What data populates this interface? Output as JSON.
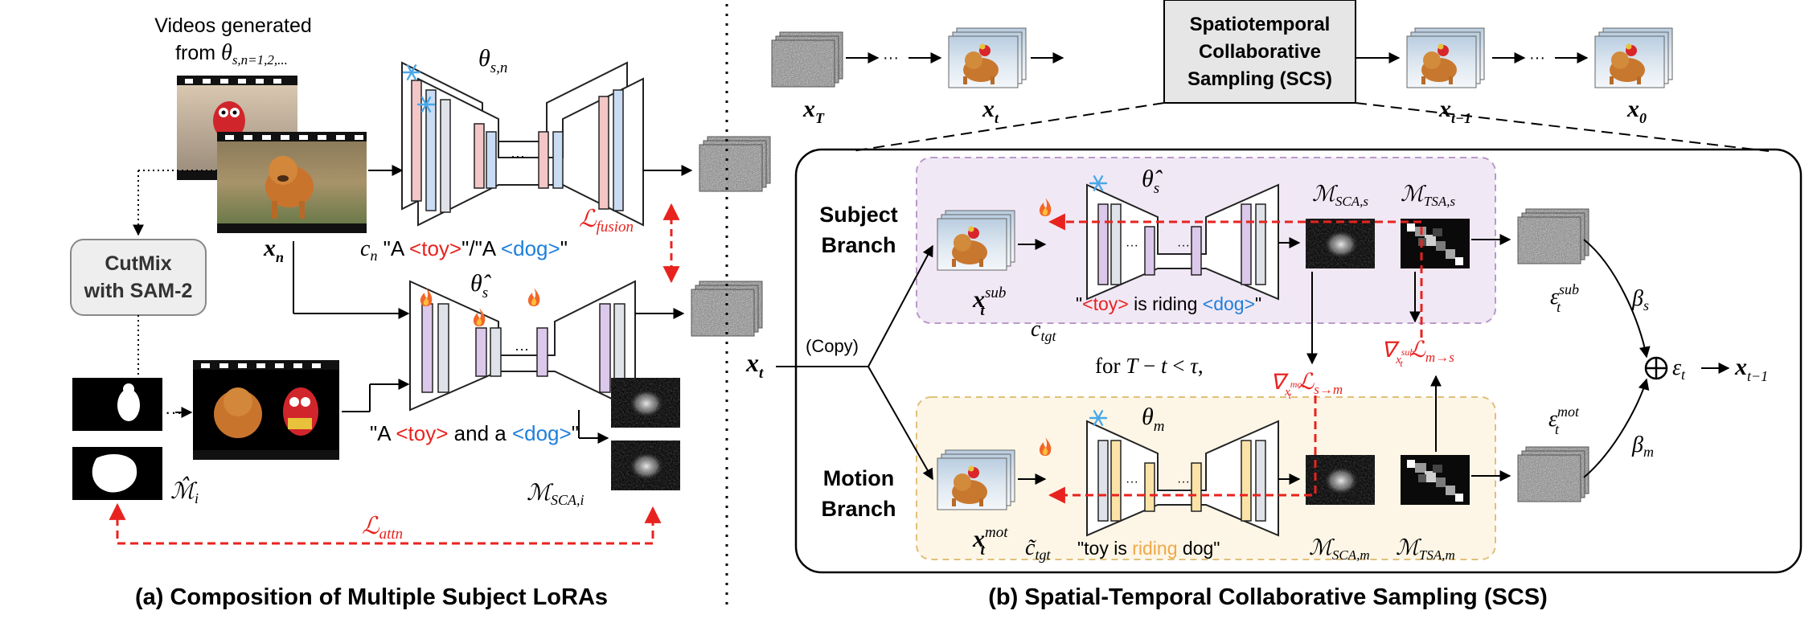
{
  "panel_a": {
    "caption": "(a) Composition of Multiple Subject LoRAs",
    "videos_label_line1": "Videos generated",
    "videos_label_line2": "from θ_{s,n=1,2,...}",
    "theta_sn": "θ_{s,n}",
    "theta_s_hat": "θ̂_s",
    "x_n": "x_n",
    "c_n": "c_n",
    "prompt_cn_1": "\"A ",
    "prompt_cn_toy": "<toy>",
    "prompt_cn_2": "\"/\"A ",
    "prompt_cn_dog": "<dog>",
    "prompt_cn_3": "\"",
    "loss_fusion": "L_fusion",
    "cutmix_line1": "CutMix",
    "cutmix_line2": "with SAM-2",
    "prompt_comp_1": "\"A ",
    "prompt_comp_toy": "<toy>",
    "prompt_comp_2": " and a ",
    "prompt_comp_dog": "<dog>",
    "prompt_comp_3": "\"",
    "mask_label": "M̂_i",
    "sca_label": "M_SCA,i",
    "loss_attn": "L_attn"
  },
  "panel_b": {
    "caption": "(b) Spatial-Temporal Collaborative Sampling (SCS)",
    "scs_box_line1": "Spatiotemporal",
    "scs_box_line2": "Collaborative",
    "scs_box_line3": "Sampling (SCS)",
    "x_T": "x_T",
    "x_t": "x_t",
    "x_tm1": "x_{t−1}",
    "x_0": "x_0",
    "ellipsis": "···",
    "subject_branch_line1": "Subject",
    "subject_branch_line2": "Branch",
    "motion_branch_line1": "Motion",
    "motion_branch_line2": "Branch",
    "copy_label": "(Copy)",
    "input_xt": "x_t",
    "theta_s_hat": "θ̂_s",
    "theta_m": "θ_m",
    "x_sub": "x_t^sub",
    "x_mot": "x_t^mot",
    "c_tgt": "c_tgt",
    "c_tgt_tilde": "c̃_tgt",
    "prompt_sub_1": "\"",
    "prompt_sub_toy": "<toy>",
    "prompt_sub_2": " is riding ",
    "prompt_sub_dog": "<dog>",
    "prompt_sub_3": "\"",
    "prompt_mot_1": "\"toy is ",
    "prompt_mot_riding": "riding",
    "prompt_mot_2": " dog\"",
    "m_sca_s": "M_SCA,s",
    "m_tsa_s": "M_TSA,s",
    "m_sca_m": "M_SCA,m",
    "m_tsa_m": "M_TSA,m",
    "condition": "for T − t < τ,",
    "grad_s_to_m": "∇ L_s→m",
    "grad_m_to_s": "∇ L_m→s",
    "eps_sub": "ε_t^sub",
    "eps_mot": "ε_t^mot",
    "beta_s": "β_s",
    "beta_m": "β_m",
    "eps_t": "ε_t",
    "output": "x_{t−1}"
  },
  "colors": {
    "red": "#e8231f",
    "blue": "#1f7fdc",
    "orange": "#f0a84a",
    "subject_bg": "#f1e8f5",
    "motion_bg": "#fdf6e6",
    "pink_bar": "#f4c6c6",
    "blue_bar": "#c9dcf4",
    "purple_bar": "#dcc8ea",
    "yellow_bar": "#fbe3a8",
    "gray_bar": "#dfe2e8"
  }
}
